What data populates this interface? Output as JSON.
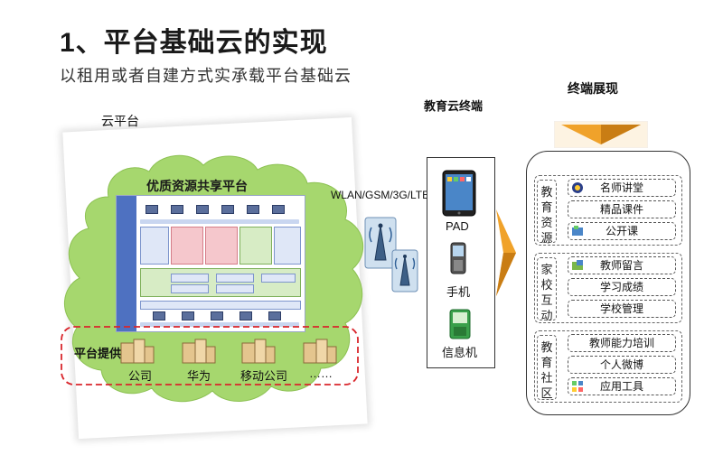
{
  "header": {
    "title": "1、平台基础云的实现",
    "subtitle": "以租用或者自建方式实承载平台基础云"
  },
  "cloud": {
    "label": "云平台",
    "platform_label": "优质资源共享平台",
    "providers_label": "平台提供商",
    "providers": [
      "公司",
      "华为",
      "移动公司",
      "……"
    ],
    "cloud_color": "#a6d76e",
    "dashed_color": "#d9262c"
  },
  "network": {
    "label": "WLAN/GSM/3G/LTE"
  },
  "terminal": {
    "label": "教育云终端",
    "devices": [
      "PAD",
      "手机",
      "信息机"
    ]
  },
  "display": {
    "label": "终端展现",
    "groups": [
      {
        "title": "教育资源",
        "items": [
          "名师讲堂",
          "精品课件",
          "公开课"
        ]
      },
      {
        "title": "家校互动",
        "items": [
          "教师留言",
          "学习成绩",
          "学校管理"
        ]
      },
      {
        "title": "教育社区",
        "items": [
          "教师能力培训",
          "个人微博",
          "应用工具"
        ]
      }
    ],
    "accent_color": "#f0a22a"
  }
}
